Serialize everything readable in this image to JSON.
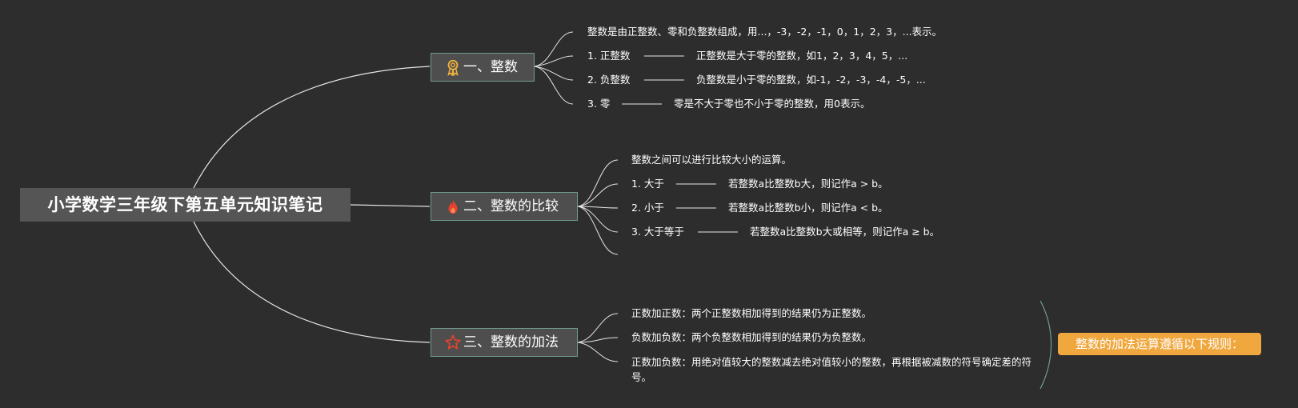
{
  "root": {
    "title": "小学数学三年级下第五单元知识笔记"
  },
  "branches": [
    {
      "title": "一、整数",
      "icon": "award-ribbon-icon",
      "icon_color": "#f2b33d",
      "items": [
        {
          "text": "整数是由正整数、零和负整数组成，用...，-3，-2，-1，0，1，2，3，...表示。"
        },
        {
          "label": "1. 正整数",
          "detail": "正整数是大于零的整数，如1，2，3，4，5，..."
        },
        {
          "label": "2. 负整数",
          "detail": "负整数是小于零的整数，如-1，-2，-3，-4，-5，..."
        },
        {
          "label": "3. 零",
          "detail": "零是不大于零也不小于零的整数，用0表示。"
        }
      ]
    },
    {
      "title": "二、整数的比较",
      "icon": "flame-icon",
      "icon_color": "#e8412c",
      "items": [
        {
          "text": "整数之间可以进行比较大小的运算。"
        },
        {
          "label": "1. 大于",
          "detail": "若整数a比整数b大，则记作a > b。"
        },
        {
          "label": "2. 小于",
          "detail": "若整数a比整数b小，则记作a < b。"
        },
        {
          "label": "3. 大于等于",
          "detail": "若整数a比整数b大或相等，则记作a ≥ b。"
        },
        {
          "text": ""
        }
      ]
    },
    {
      "title": "三、整数的加法",
      "icon": "star-outline-icon",
      "icon_color": "#e8412c",
      "items": [
        {
          "text": "正数加正数：两个正整数相加得到的结果仍为正整数。"
        },
        {
          "text": "负数加负数：两个负整数相加得到的结果仍为负整数。"
        },
        {
          "text": "正数加负数：用绝对值较大的整数减去绝对值较小的整数，再根据被减数的符号确定差的符号。"
        }
      ],
      "summary": "整数的加法运算遵循以下规则："
    }
  ],
  "colors": {
    "background": "#2d2d2d",
    "root_fill": "#555555",
    "topic_fill": "#4e4e4e",
    "topic_border": "#6f9d8d",
    "summary_fill": "#f0a73e",
    "summary_bracket": "#6f9d8d"
  }
}
